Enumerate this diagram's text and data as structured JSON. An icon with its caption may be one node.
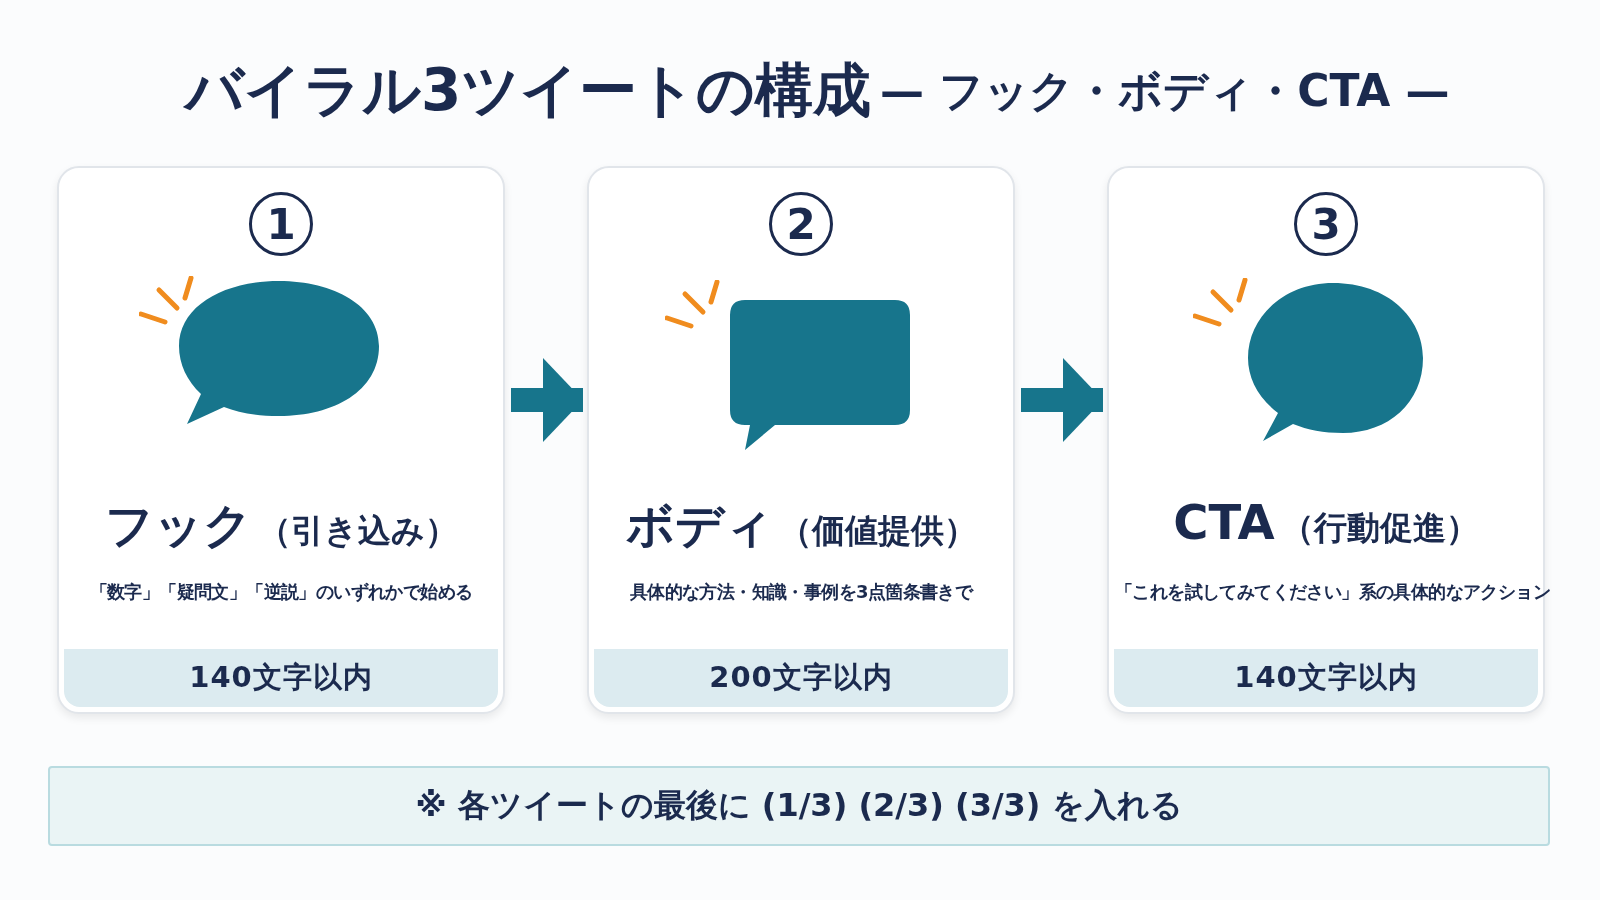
{
  "diagram": {
    "title": "バイラル3ツイートの構成",
    "nodes": [
      {
        "text": [
          "1",
          "フック",
          "（引き込み）",
          "「数字」「疑問文」「逆説」のいずれかで始める"
        ]
      },
      {
        "text": [
          "140文字以内"
        ],
        "in": 0
      },
      {
        "text": [
          "2",
          "ボディ",
          "（価値提供）",
          "具体的な方法・知識・事例を3点箇条書きで"
        ]
      },
      {
        "text": [
          "200文字以内"
        ],
        "in": 2
      },
      {
        "text": [
          "3",
          "CTA",
          "（行動促進）",
          "「これを試してみてください」系の具体的なアクション"
        ]
      },
      {
        "text": [
          "140文字以内"
        ],
        "in": 4
      },
      {
        "text": [
          "※ 各ツイートの最後に (1/3) (2/3) (3/3) を入れる"
        ]
      }
    ],
    "edges": [
      {
        "from": 0,
        "to": 2,
        "arrow": "to"
      },
      {
        "from": 2,
        "to": 4,
        "arrow": "to"
      }
    ],
    "labels": [
      "— フック・ボディ・CTA —"
    ]
  }
}
